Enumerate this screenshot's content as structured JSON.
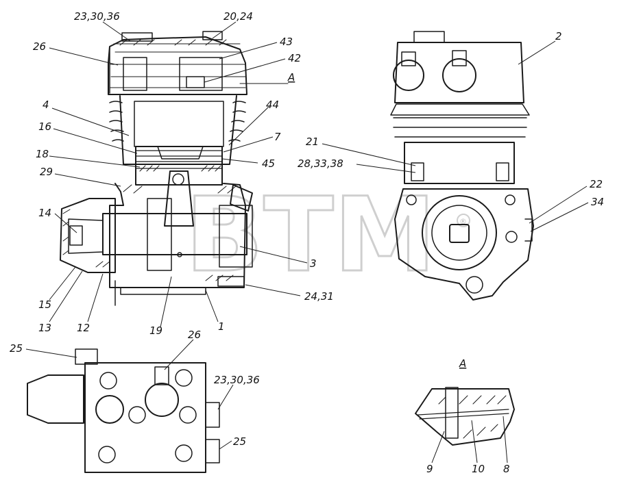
{
  "watermark": {
    "text": "BTM",
    "registered_mark": "®"
  },
  "section_marks": {
    "view_a_label": "A",
    "view_a_title": "A"
  },
  "callouts": {
    "c_23_30_36_top": "23,30,36",
    "c_20_24": "20,24",
    "c_26_top": "26",
    "c_43": "43",
    "c_42": "42",
    "c_4": "4",
    "c_44": "44",
    "c_16": "16",
    "c_7": "7",
    "c_18": "18",
    "c_45": "45",
    "c_29": "29",
    "c_14": "14",
    "c_3": "3",
    "c_24_31": "24,31",
    "c_15": "15",
    "c_13": "13",
    "c_12": "12",
    "c_19": "19",
    "c_1": "1",
    "c_2": "2",
    "c_21": "21",
    "c_28_33_38": "28,33,38",
    "c_22": "22",
    "c_34": "34",
    "c_25_top": "25",
    "c_26_bottom": "26",
    "c_23_30_36_bottom": "23,30,36",
    "c_25_bottom": "25",
    "c_9": "9",
    "c_10": "10",
    "c_8": "8"
  }
}
